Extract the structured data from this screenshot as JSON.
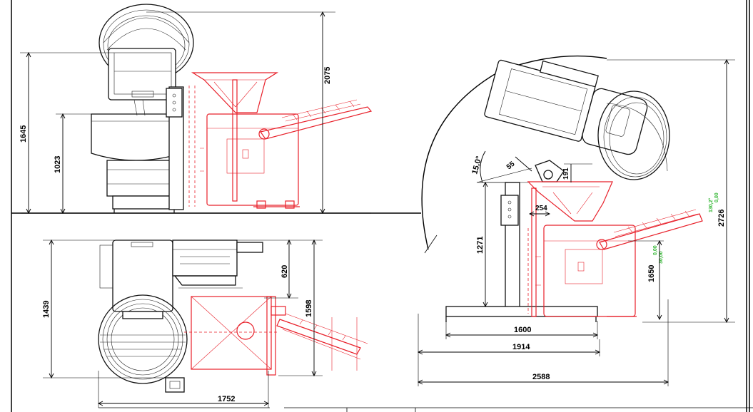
{
  "views": {
    "side": {
      "dim_total_height": "2075",
      "dim_body_height": "1645",
      "dim_bowl_height": "1023"
    },
    "top": {
      "dim_depth": "1439",
      "dim_width": "1598",
      "dim_offset": "620",
      "dim_length": "1752"
    },
    "tilted": {
      "dim_angle": "15,0°",
      "dim_55": "55",
      "dim_191": "191",
      "dim_254": "254",
      "dim_column": "1271",
      "dim_discharge": "1650",
      "dim_max_height": "2726",
      "dim_base": "1600",
      "dim_base_total": "1914",
      "dim_overall": "2588",
      "green_note_a": "30,00",
      "green_note_b": "0,00",
      "green_note_c": "130,2°",
      "green_note_d": "0,00"
    }
  },
  "colors": {
    "machine_outline": "#111111",
    "option_outline": "#e8202a",
    "green_annotation": "#2fb52f"
  }
}
